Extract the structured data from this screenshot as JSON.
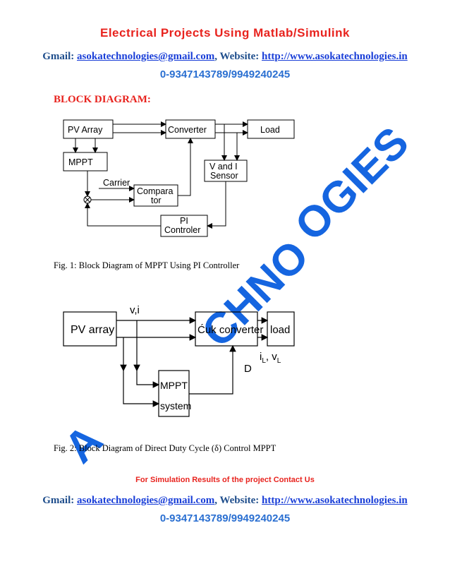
{
  "header": {
    "title": "Electrical Projects Using Matlab/Simulink",
    "gmail_label": "Gmail:",
    "email": "asokatechnologies@gmail.com",
    "website_label": ", Website:",
    "website": "http://www.asokatechnologies.in",
    "phone": "0-9347143789/9949240245"
  },
  "section_heading": "BLOCK DIAGRAM:",
  "figure1": {
    "blocks": {
      "pv_array": "PV Array",
      "converter": "Converter",
      "load": "Load",
      "mppt": "MPPT",
      "sensor_line1": "V and I",
      "sensor_line2": "Sensor",
      "carrier": "Carrier",
      "comparator_line1": "Compara",
      "comparator_line2": "tor",
      "pi_line1": "PI",
      "pi_line2": "Controler"
    },
    "caption": "Fig. 1: Block Diagram of MPPT Using PI Controller"
  },
  "figure2": {
    "blocks": {
      "pv_array": "PV array",
      "vi": "v,i",
      "cuk": "Ćuk converter",
      "load": "load",
      "iv_label": "i",
      "iv_sub_l": "L",
      "iv_mid": ", v",
      "iv_sub_l2": "L",
      "d_label": "D",
      "mppt_line1": "MPPT",
      "mppt_line2": "system"
    },
    "caption": "Fig. 2: Block Diagram of Direct Duty Cycle (δ) Control MPPT"
  },
  "footer": {
    "simulation_note": "For Simulation Results of the project Contact Us",
    "gmail_label": "Gmail:",
    "email": "asokatechnologies@gmail.com",
    "website_label": ", Website:",
    "website": "http://www.asokatechnologies.in",
    "phone": "0-9347143789/9949240245"
  },
  "watermark": {
    "text_upper": "OGIES",
    "text_mid": "CHNO",
    "text_lower": "A",
    "color": "#1565e0"
  },
  "colors": {
    "title_red": "#e8231e",
    "link_blue": "#1a3fd8",
    "phone_blue": "#2a6fd1"
  }
}
